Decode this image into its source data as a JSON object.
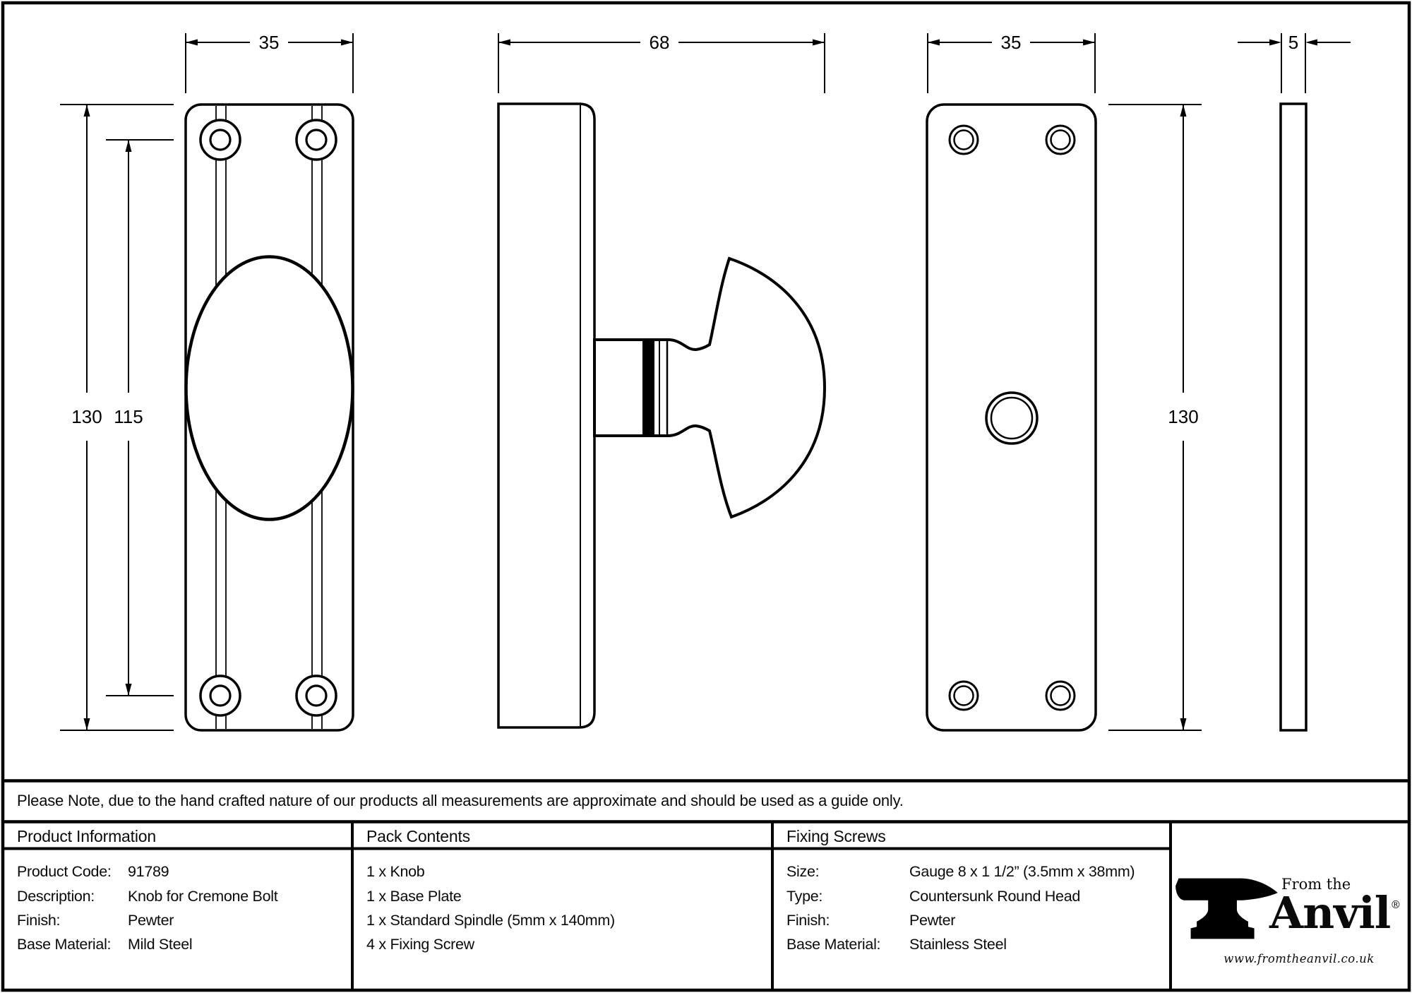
{
  "dimensions": {
    "front_width": "35",
    "side_depth": "68",
    "back_width": "35",
    "profile_thickness": "5",
    "front_height": "130",
    "screw_spacing": "115",
    "back_height": "130"
  },
  "note": "Please Note, due to the hand crafted nature of our products all measurements are approximate and should be used as a guide only.",
  "product_information": {
    "title": "Product Information",
    "rows": [
      {
        "label": "Product Code:",
        "value": "91789"
      },
      {
        "label": "Description:",
        "value": "Knob for Cremone Bolt"
      },
      {
        "label": "Finish:",
        "value": "Pewter"
      },
      {
        "label": "Base Material:",
        "value": "Mild Steel"
      }
    ]
  },
  "pack_contents": {
    "title": "Pack Contents",
    "items": [
      "1 x Knob",
      "1 x Base Plate",
      "1 x Standard Spindle (5mm x 140mm)",
      "4 x Fixing Screw"
    ]
  },
  "fixing_screws": {
    "title": "Fixing Screws",
    "rows": [
      {
        "label": "Size:",
        "value": "Gauge 8 x 1 1/2” (3.5mm x 38mm)"
      },
      {
        "label": "Type:",
        "value": "Countersunk Round Head"
      },
      {
        "label": "Finish:",
        "value": "Pewter"
      },
      {
        "label": "Base Material:",
        "value": "Stainless Steel"
      }
    ]
  },
  "logo": {
    "tagline": "From the",
    "brand": "Anvil",
    "registered": "®",
    "website": "www.fromtheanvil.co.uk"
  },
  "colors": {
    "ink": "#000000",
    "background": "#ffffff"
  }
}
